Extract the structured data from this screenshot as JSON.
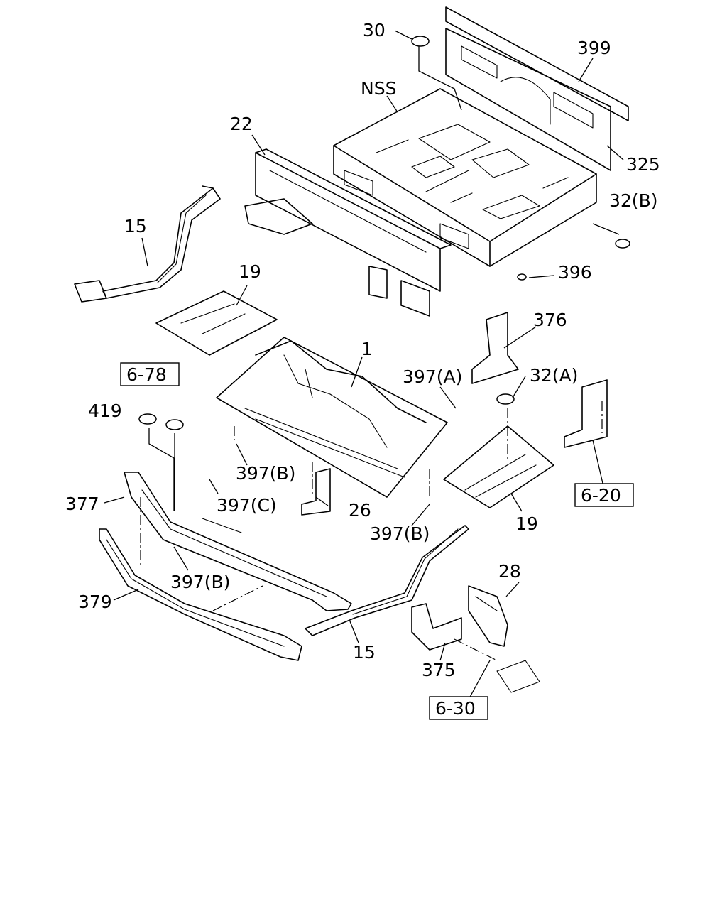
{
  "callouts": {
    "c30": "30",
    "c399": "399",
    "nss": "NSS",
    "c22": "22",
    "c325": "325",
    "c32b": "32(B)",
    "c15_top": "15",
    "c396": "396",
    "c19_left": "19",
    "c376": "376",
    "c1": "1",
    "c397a": "397(A)",
    "c32a": "32(A)",
    "c419": "419",
    "c397b_mid": "397(B)",
    "c377": "377",
    "c397c": "397(C)",
    "c26": "26",
    "c397b_right": "397(B)",
    "c19_right": "19",
    "c397b_bottom": "397(B)",
    "c379": "379",
    "c28": "28",
    "c15_bottom": "15",
    "c375": "375"
  },
  "references": {
    "r678": "6-78",
    "r620": "6-20",
    "r630": "6-30"
  }
}
